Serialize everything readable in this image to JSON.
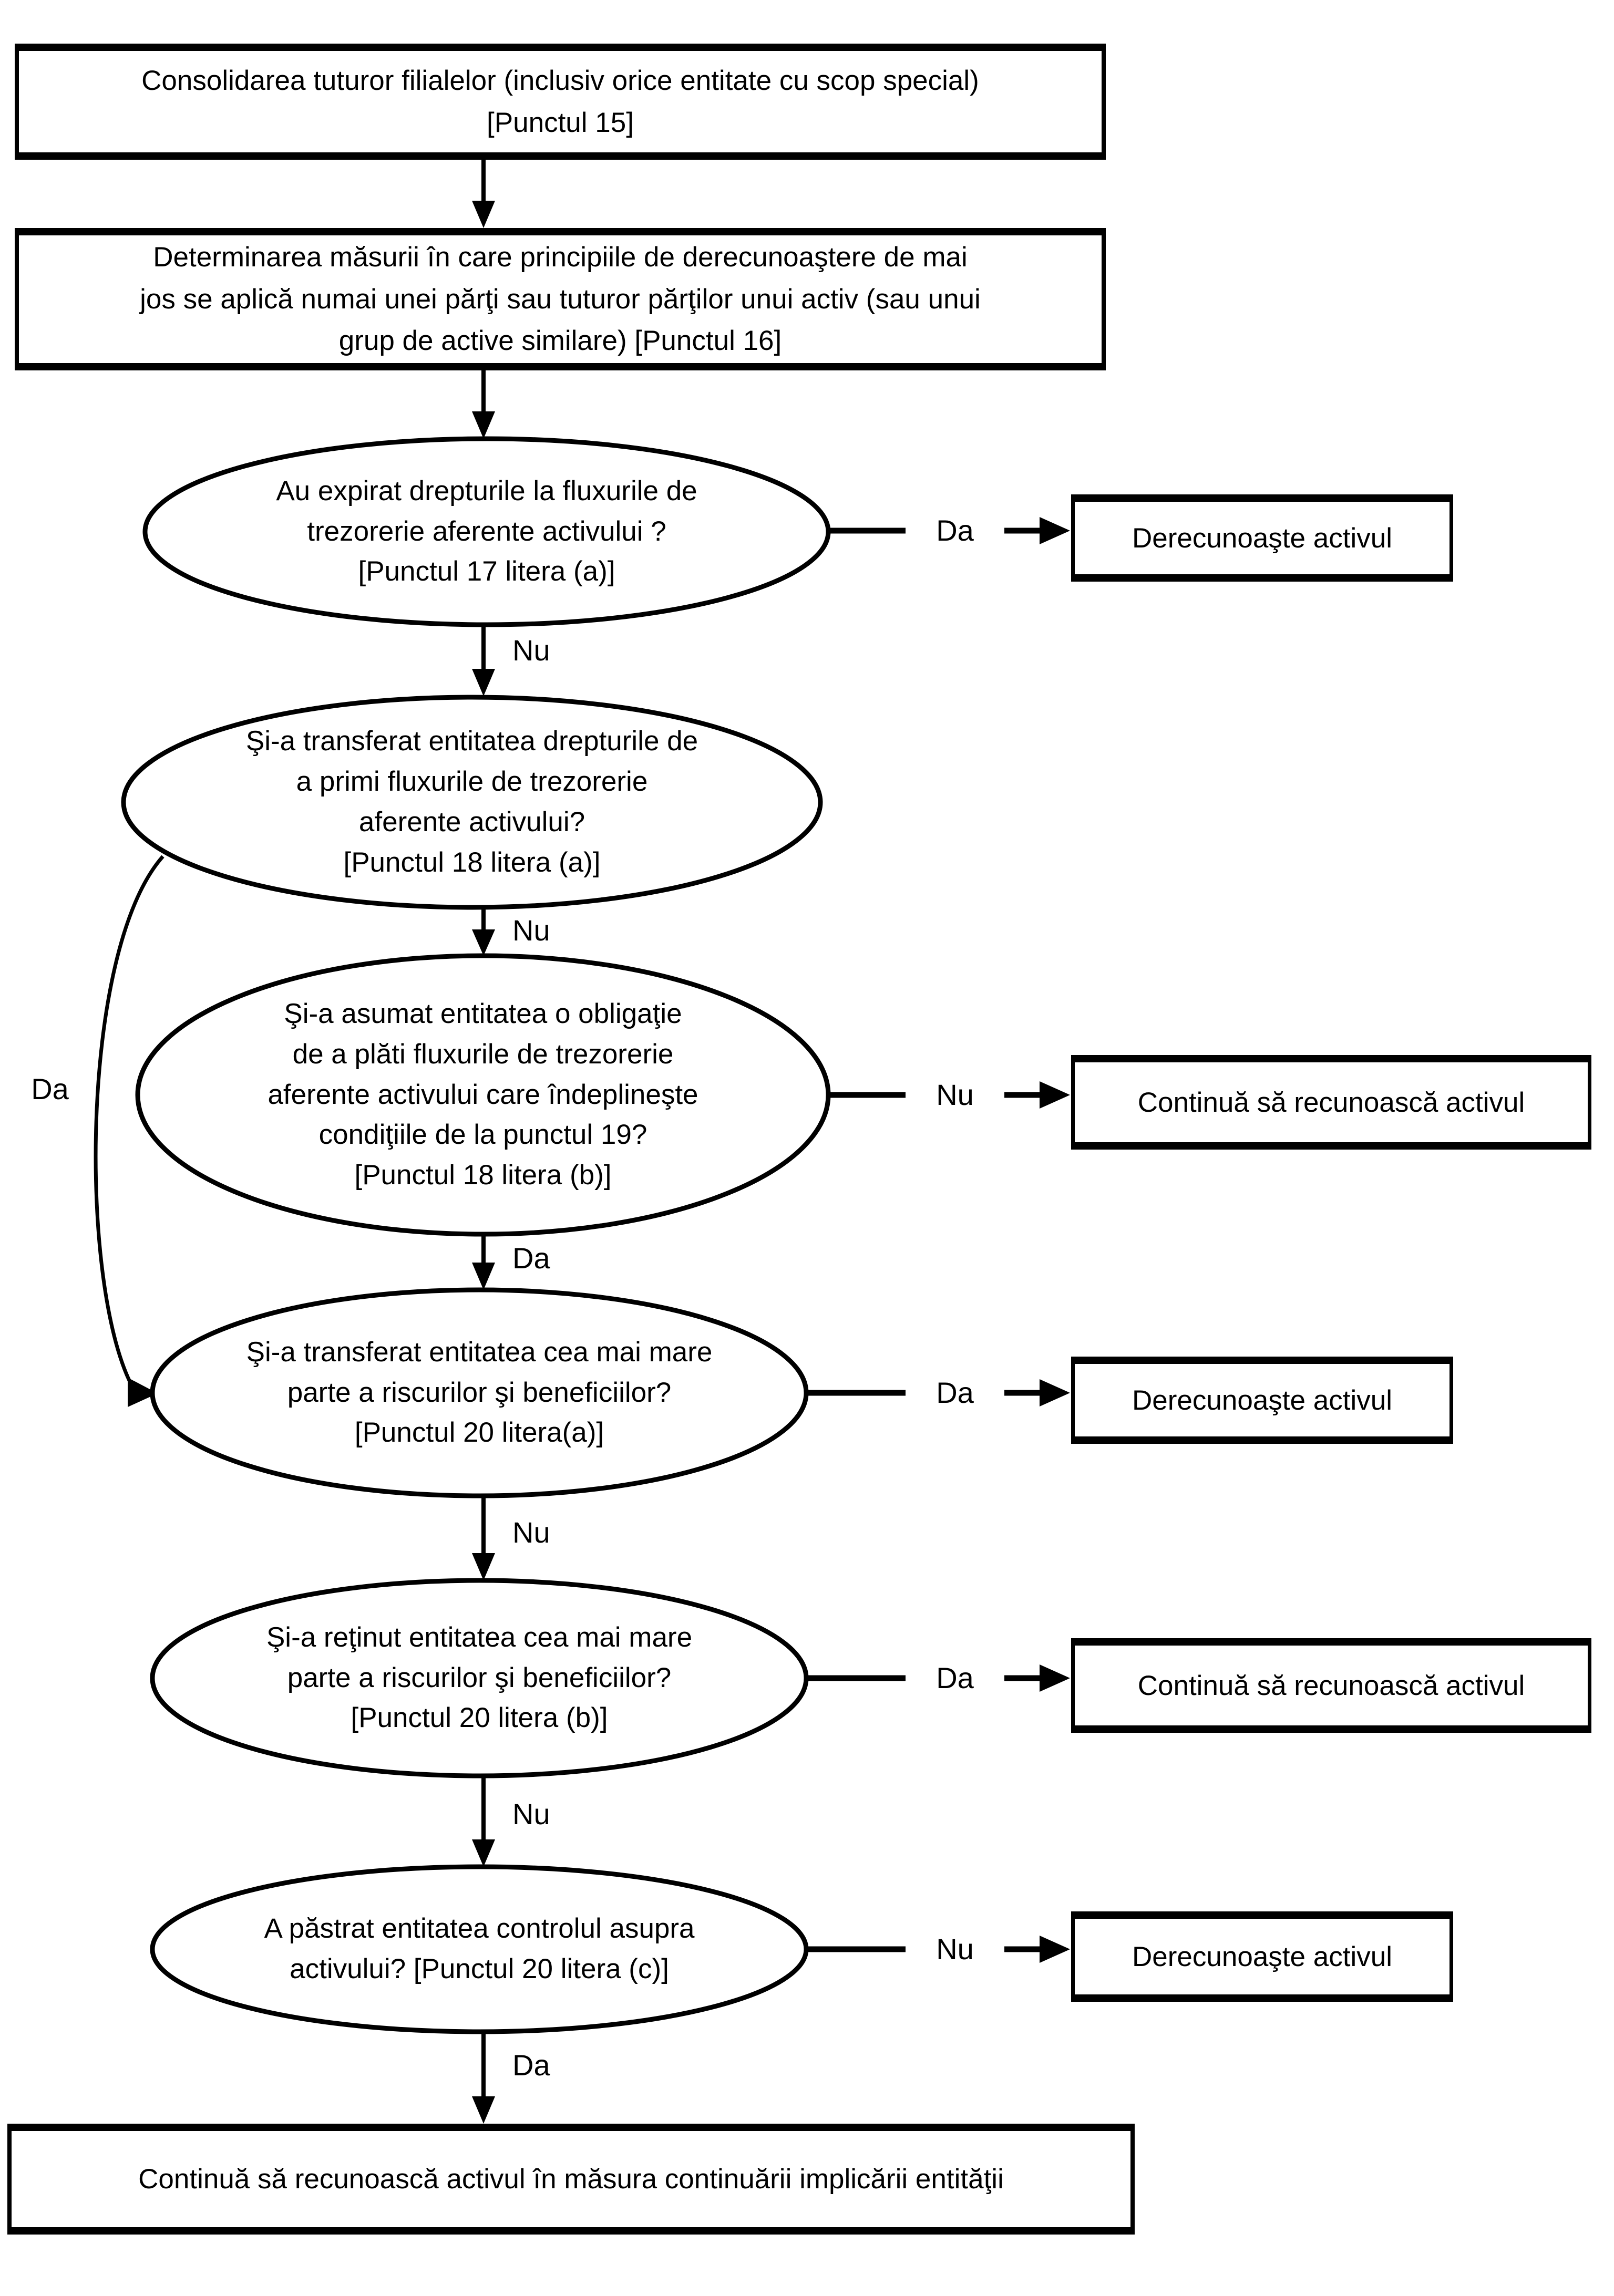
{
  "page": {
    "background": "#ffffff",
    "ink": "#000000"
  },
  "flowchart": {
    "edge_labels": {
      "yes": "Da",
      "no": "Nu"
    },
    "nodes": {
      "consolidare": {
        "lines": [
          "Consolidarea tuturor filialelor (inclusiv orice entitate cu scop special)",
          "[Punctul 15]"
        ]
      },
      "determinare": {
        "lines": [
          "Determinarea măsurii în care principiile de derecunoaştere de mai",
          "jos se aplică numai unei părţi sau tuturor părţilor unui activ (sau unui",
          "grup de active similare) [Punctul 16]"
        ]
      },
      "q_expirat": {
        "lines": [
          "Au expirat drepturile la fluxurile de",
          "trezorerie aferente activului ?",
          "[Punctul 17 litera (a)]"
        ]
      },
      "q_transferat_drepturi": {
        "lines": [
          "Şi-a transferat entitatea drepturile de",
          "a primi fluxurile de trezorerie",
          "aferente activului?",
          "[Punctul 18 litera (a)]"
        ]
      },
      "q_asumat_obligatie": {
        "lines": [
          "Şi-a asumat entitatea o obligaţie",
          "de a plăti fluxurile de trezorerie",
          "aferente activului care îndeplineşte",
          "condiţiile de la punctul 19?",
          "[Punctul 18 litera (b)]"
        ]
      },
      "q_transferat_riscuri": {
        "lines": [
          "Şi-a transferat entitatea cea mai mare",
          "parte a riscurilor şi beneficiilor?",
          "[Punctul 20 litera(a)]"
        ]
      },
      "q_retinut_riscuri": {
        "lines": [
          "Şi-a reţinut entitatea cea mai mare",
          "parte a riscurilor şi beneficiilor?",
          "[Punctul 20 litera (b)]"
        ]
      },
      "q_control": {
        "lines": [
          "A păstrat entitatea controlul asupra",
          "activului? [Punctul 20 litera (c)]"
        ]
      },
      "r_derecunoaste_1": {
        "text": "Derecunoaşte activul"
      },
      "r_continua_1": {
        "text": "Continuă să recunoască activul"
      },
      "r_derecunoaste_2": {
        "text": "Derecunoaşte activul"
      },
      "r_continua_2": {
        "text": "Continuă să recunoască activul"
      },
      "r_derecunoaste_3": {
        "text": "Derecunoaşte activul"
      },
      "final": {
        "text": "Continuă să recunoască activul în măsura continuării implicării entităţii"
      }
    }
  }
}
